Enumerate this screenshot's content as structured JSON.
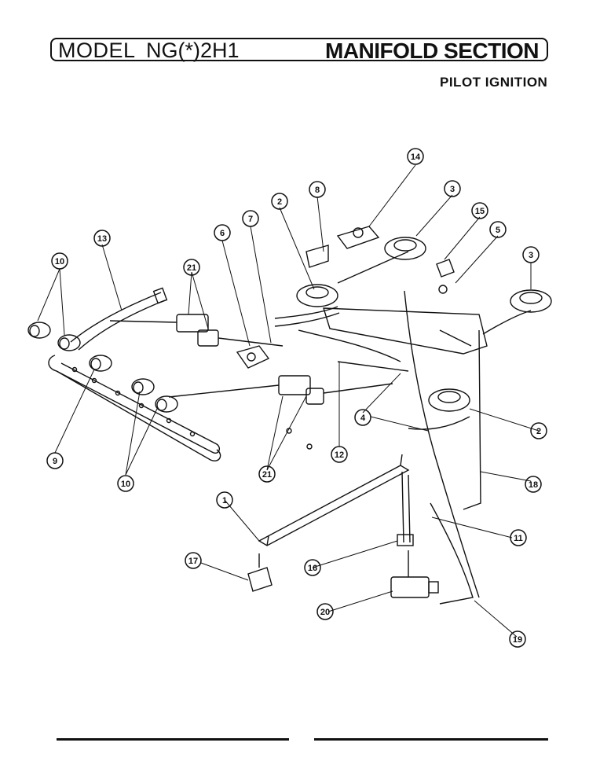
{
  "header": {
    "model_label": "MODEL",
    "model_number": "NG(*)2H1",
    "section_title": "MANIFOLD SECTION",
    "subtitle": "PILOT IGNITION"
  },
  "callouts": [
    {
      "id": "c1",
      "label": "1"
    },
    {
      "id": "c2a",
      "label": "2"
    },
    {
      "id": "c2b",
      "label": "2"
    },
    {
      "id": "c3a",
      "label": "3"
    },
    {
      "id": "c3b",
      "label": "3"
    },
    {
      "id": "c4",
      "label": "4"
    },
    {
      "id": "c5",
      "label": "5"
    },
    {
      "id": "c6",
      "label": "6"
    },
    {
      "id": "c7",
      "label": "7"
    },
    {
      "id": "c8",
      "label": "8"
    },
    {
      "id": "c9",
      "label": "9"
    },
    {
      "id": "c10a",
      "label": "10"
    },
    {
      "id": "c10b",
      "label": "10"
    },
    {
      "id": "c11",
      "label": "11"
    },
    {
      "id": "c12",
      "label": "12"
    },
    {
      "id": "c13",
      "label": "13"
    },
    {
      "id": "c14",
      "label": "14"
    },
    {
      "id": "c15",
      "label": "15"
    },
    {
      "id": "c16",
      "label": "16"
    },
    {
      "id": "c17",
      "label": "17"
    },
    {
      "id": "c18",
      "label": "18"
    },
    {
      "id": "c19",
      "label": "19"
    },
    {
      "id": "c20",
      "label": "20"
    },
    {
      "id": "c21a",
      "label": "21"
    },
    {
      "id": "c21b",
      "label": "21"
    }
  ]
}
